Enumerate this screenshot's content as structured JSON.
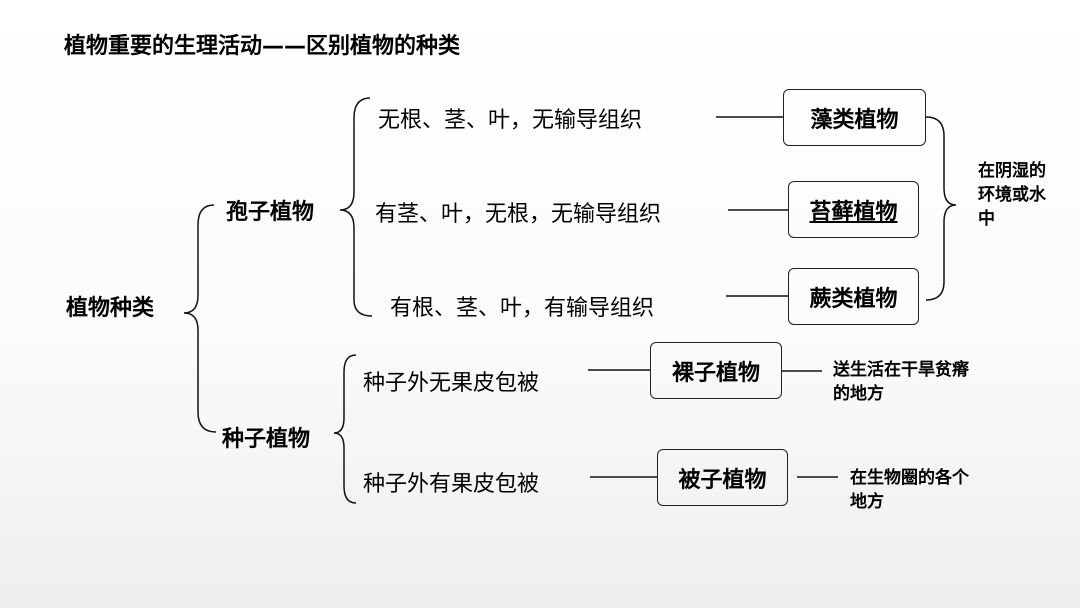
{
  "title": "植物重要的生理活动——区别植物的种类",
  "root": "植物种类",
  "spore": {
    "label": "孢子植物",
    "items": [
      {
        "condition": "无根、茎、叶，无输导组织",
        "name": "藻类植物"
      },
      {
        "condition": "有茎、叶，无根，无输导组织",
        "name": "苔藓植物"
      },
      {
        "condition": "有根、茎、叶，有输导组织",
        "name": "蕨类植物"
      }
    ],
    "habitat": "在阴湿的环境或水中"
  },
  "seed": {
    "label": "种子植物",
    "items": [
      {
        "condition": "种子外无果皮包被",
        "name": "裸子植物",
        "habitat": "送生活在干旱贫瘠的地方"
      },
      {
        "condition": "种子外有果皮包被",
        "name": "被子植物",
        "habitat": "在生物圈的各个地方"
      }
    ]
  }
}
